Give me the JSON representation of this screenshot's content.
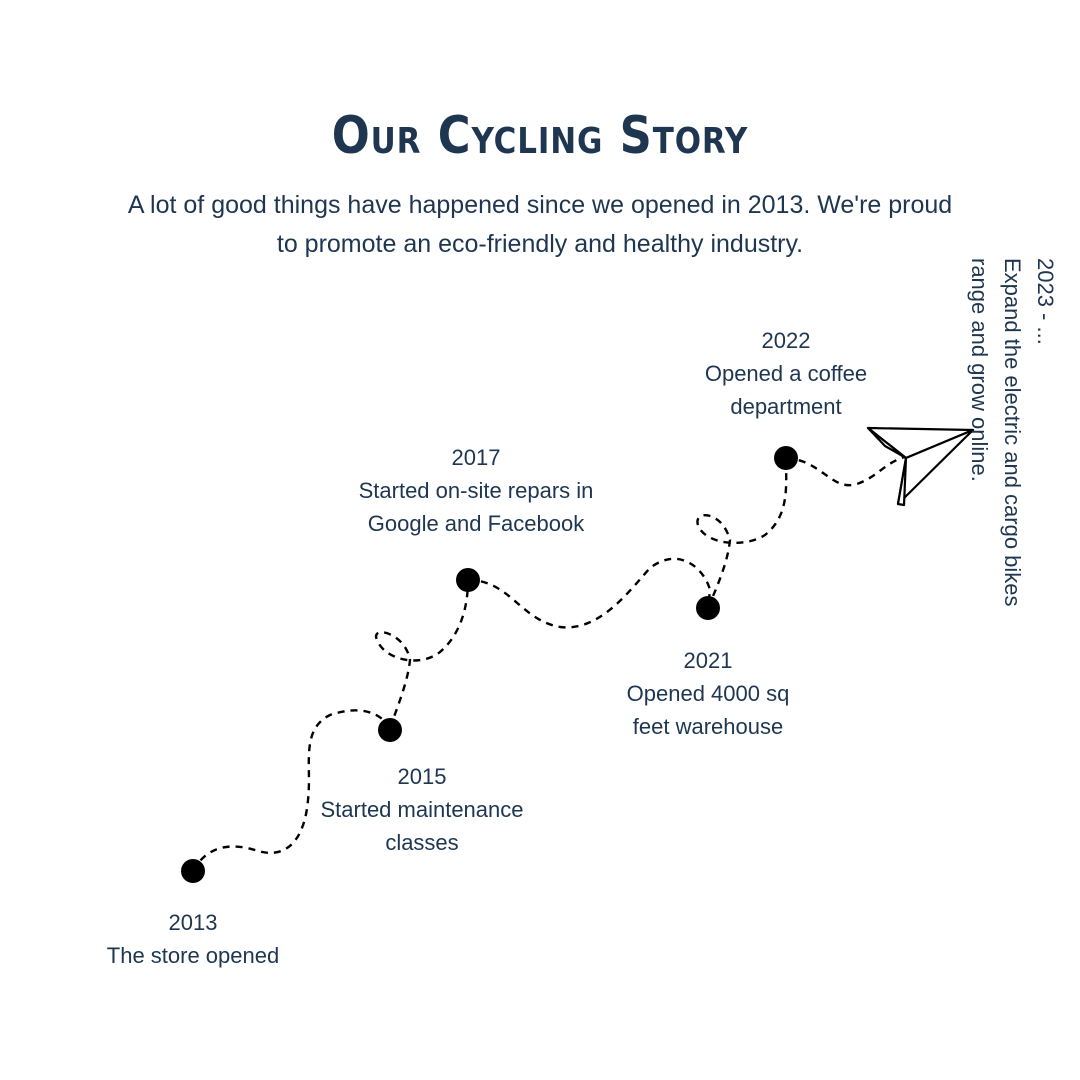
{
  "header": {
    "title": "Our Cycling Story",
    "subtitle": "A lot of good things have happened since we opened in 2013. We're proud to promote an eco-friendly and healthy industry."
  },
  "milestones": [
    {
      "year": "2013",
      "desc": "The store opened"
    },
    {
      "year": "2015",
      "desc": "Started maintenance classes"
    },
    {
      "year": "2017",
      "desc": "Started on-site repars in Google and Facebook"
    },
    {
      "year": "2021",
      "desc": "Opened 4000 sq feet warehouse"
    },
    {
      "year": "2022",
      "desc": "Opened a coffee department"
    }
  ],
  "future": {
    "year": "2023 - ...",
    "desc": "Expand the electric and cargo bikes range and grow online."
  },
  "colors": {
    "text": "#1e3650",
    "dot": "#000000",
    "path": "#000000"
  },
  "icons": {
    "end": "paper-plane-icon"
  }
}
